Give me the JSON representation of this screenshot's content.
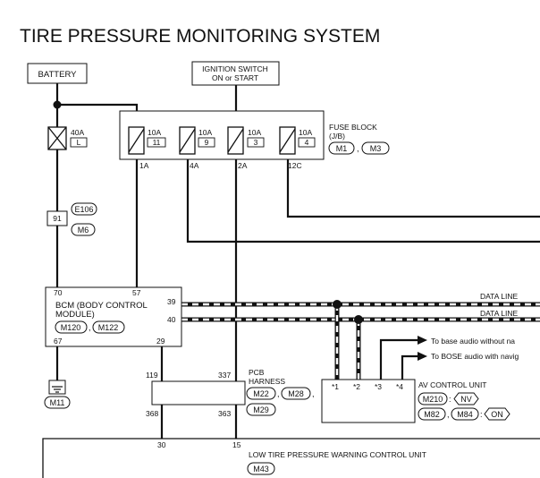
{
  "title": "TIRE PRESSURE MONITORING SYSTEM",
  "battery": {
    "label": "BATTERY"
  },
  "ignition": {
    "line1": "IGNITION SWITCH",
    "line2": "ON or START"
  },
  "fusible_link": {
    "amp": "40A",
    "id": "L"
  },
  "fuse_block": {
    "line1": "FUSE BLOCK",
    "line2": "(J/B)",
    "connectors": [
      "M1",
      "M3"
    ],
    "fuses": [
      {
        "amp": "10A",
        "number": "11",
        "terminal": "1A"
      },
      {
        "amp": "10A",
        "number": "9",
        "terminal": "4A"
      },
      {
        "amp": "10A",
        "number": "3",
        "terminal": "2A"
      },
      {
        "amp": "10A",
        "number": "4",
        "terminal": "12C"
      }
    ]
  },
  "joint": {
    "terminal": "91",
    "connectors": [
      "E106",
      "M6"
    ]
  },
  "bcm": {
    "line1": "BCM (BODY CONTROL",
    "line2": "MODULE)",
    "connectors": [
      "M120",
      "M122"
    ],
    "terminals": {
      "t70": "70",
      "t57": "57",
      "t39": "39",
      "t40": "40",
      "t67": "67",
      "t29": "29"
    }
  },
  "ground": {
    "connector": "M11"
  },
  "data_lines": [
    "DATA LINE",
    "DATA LINE"
  ],
  "pcb_harness": {
    "line1": "PCB",
    "line2": "HARNESS",
    "connectors": [
      "M22",
      "M28",
      "M29"
    ],
    "terminals": {
      "t119": "119",
      "t337": "337",
      "t368": "368",
      "t363": "363"
    }
  },
  "audio_notes": [
    "To base audio without na",
    "To BOSE audio with navig"
  ],
  "av_unit": {
    "label": "AV CONTROL UNIT",
    "pins": [
      "*1",
      "*2",
      "*3",
      "*4"
    ],
    "connectors": [
      {
        "id": "M210",
        "variant": "NV"
      },
      {
        "id": "M82",
        "alt": "M84",
        "variant": "ON"
      }
    ]
  },
  "tpms_unit": {
    "label": "LOW TIRE PRESSURE WARNING CONTROL UNIT",
    "connector": "M43",
    "terminals": {
      "t30": "30",
      "t15": "15"
    }
  },
  "symbols": {
    "separator": ",",
    "colon": ":"
  }
}
